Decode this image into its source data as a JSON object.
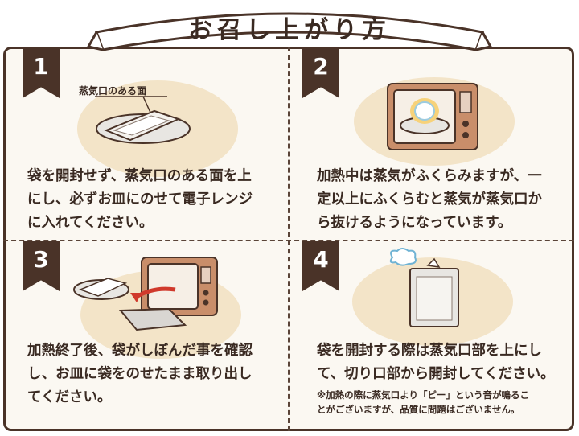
{
  "title": "お召し上がり方",
  "steps": [
    {
      "number": "1",
      "callout": "蒸気口のある面",
      "text": "袋を開封せず、蒸気口のある面を上\nにし、必ずお皿にのせて電子レンジ\nに入れてください。"
    },
    {
      "number": "2",
      "text": "加熱中は蒸気がふくらみますが、一\n定以上にふくらむと蒸気が蒸気口か\nら抜けるようになっています。"
    },
    {
      "number": "3",
      "text": "加熱終了後、袋がしぼんだ事を確認\nし、お皿に袋をのせたまま取り出し\nてください。"
    },
    {
      "number": "4",
      "text": "袋を開封する際は蒸気口部を上にし\nて、切り口部から開封してください。",
      "note": "※加熱の際に蒸気口より「ピー」という音が鳴るこ\nとがございますが、品質に問題はございません。"
    }
  ],
  "colors": {
    "frame": "#4a3328",
    "blob": "#f3e4c8",
    "microwave": "#c98e6a",
    "panel_bg": "#fbf8f2"
  }
}
